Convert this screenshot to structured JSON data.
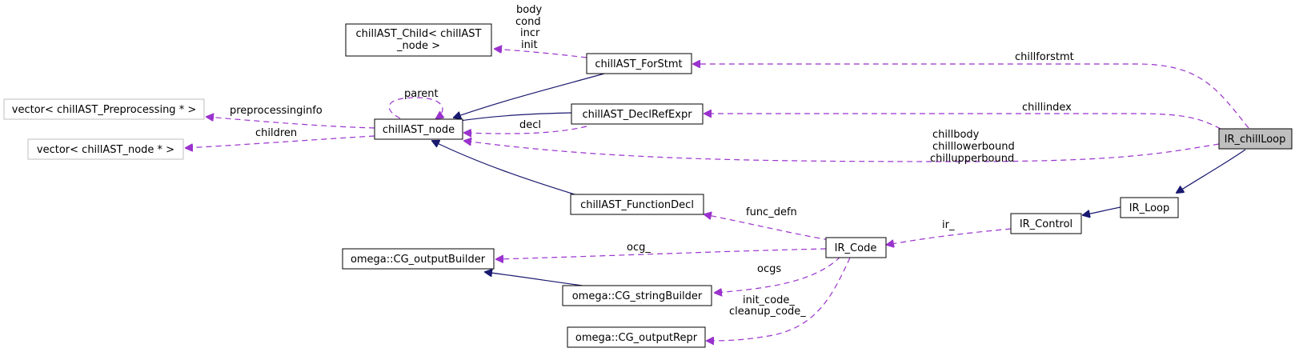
{
  "nodes": {
    "ir_chillloop": "IR_chillLoop",
    "ir_loop": "IR_Loop",
    "ir_control": "IR_Control",
    "ir_code": "IR_Code",
    "chillast_forstmt": "chillAST_ForStmt",
    "chillast_declrefexpr": "chillAST_DeclRefExpr",
    "chillast_node": "chillAST_node",
    "chillast_functiondecl": "chillAST_FunctionDecl",
    "chillast_child_line1": "chillAST_Child< chillAST",
    "chillast_child_line2": "_node >",
    "vector_preprocessing": "vector< chillAST_Preprocessing * >",
    "vector_node": "vector< chillAST_node * >",
    "cg_outputbuilder": "omega::CG_outputBuilder",
    "cg_stringbuilder": "omega::CG_stringBuilder",
    "cg_outputrepr": "omega::CG_outputRepr"
  },
  "edge_labels": {
    "chillforstmt": "chillforstmt",
    "chillindex": "chillindex",
    "chillbody": "chillbody",
    "chilllowerbound": "chilllowerbound",
    "chillupperbound": "chillupperbound",
    "body": "body",
    "cond": "cond",
    "incr": "incr",
    "init": "init",
    "parent": "parent",
    "preprocessinginfo": "preprocessinginfo",
    "children": "children",
    "decl": "decl",
    "func_defn": "func_defn",
    "ir_": "ir_",
    "ocg_": "ocg_",
    "ocgs": "ocgs",
    "init_code_": "init_code_",
    "cleanup_code_": "cleanup_code_"
  },
  "colors": {
    "inheritance_edge": "#191970",
    "usage_edge": "#9a32cd",
    "focus_node_fill": "#bfbfbf",
    "external_node_border": "#bfbfbf"
  }
}
